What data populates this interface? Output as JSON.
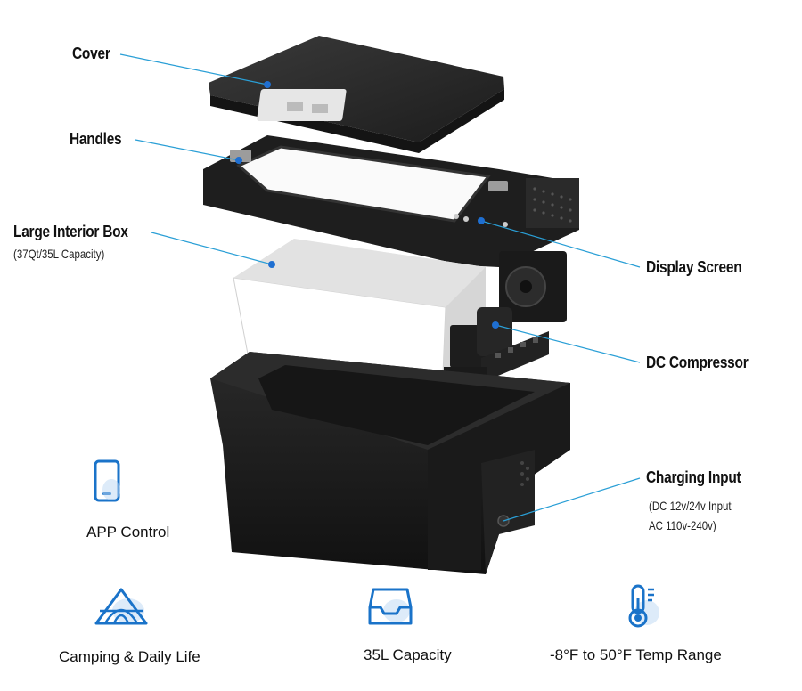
{
  "callouts": {
    "cover": "Cover",
    "handles": "Handles",
    "interior_box": "Large Interior Box",
    "interior_box_sub": "(37Qt/35L Capacity)",
    "display": "Display Screen",
    "compressor": "DC Compressor",
    "charging": "Charging Input",
    "charging_sub_1": "(DC 12v/24v Input",
    "charging_sub_2": "AC 110v-240v)"
  },
  "features": {
    "app": "APP Control",
    "camping": "Camping & Daily Life",
    "capacity": "35L Capacity",
    "temp": "-8°F to 50°F Temp Range"
  },
  "colors": {
    "accent": "#1a73c9",
    "leader": "#2a9fd6",
    "body": "#1e1e1e",
    "liner": "#f2f2f2"
  },
  "icons": [
    "phone-icon",
    "tent-icon",
    "tray-icon",
    "thermometer-icon"
  ]
}
